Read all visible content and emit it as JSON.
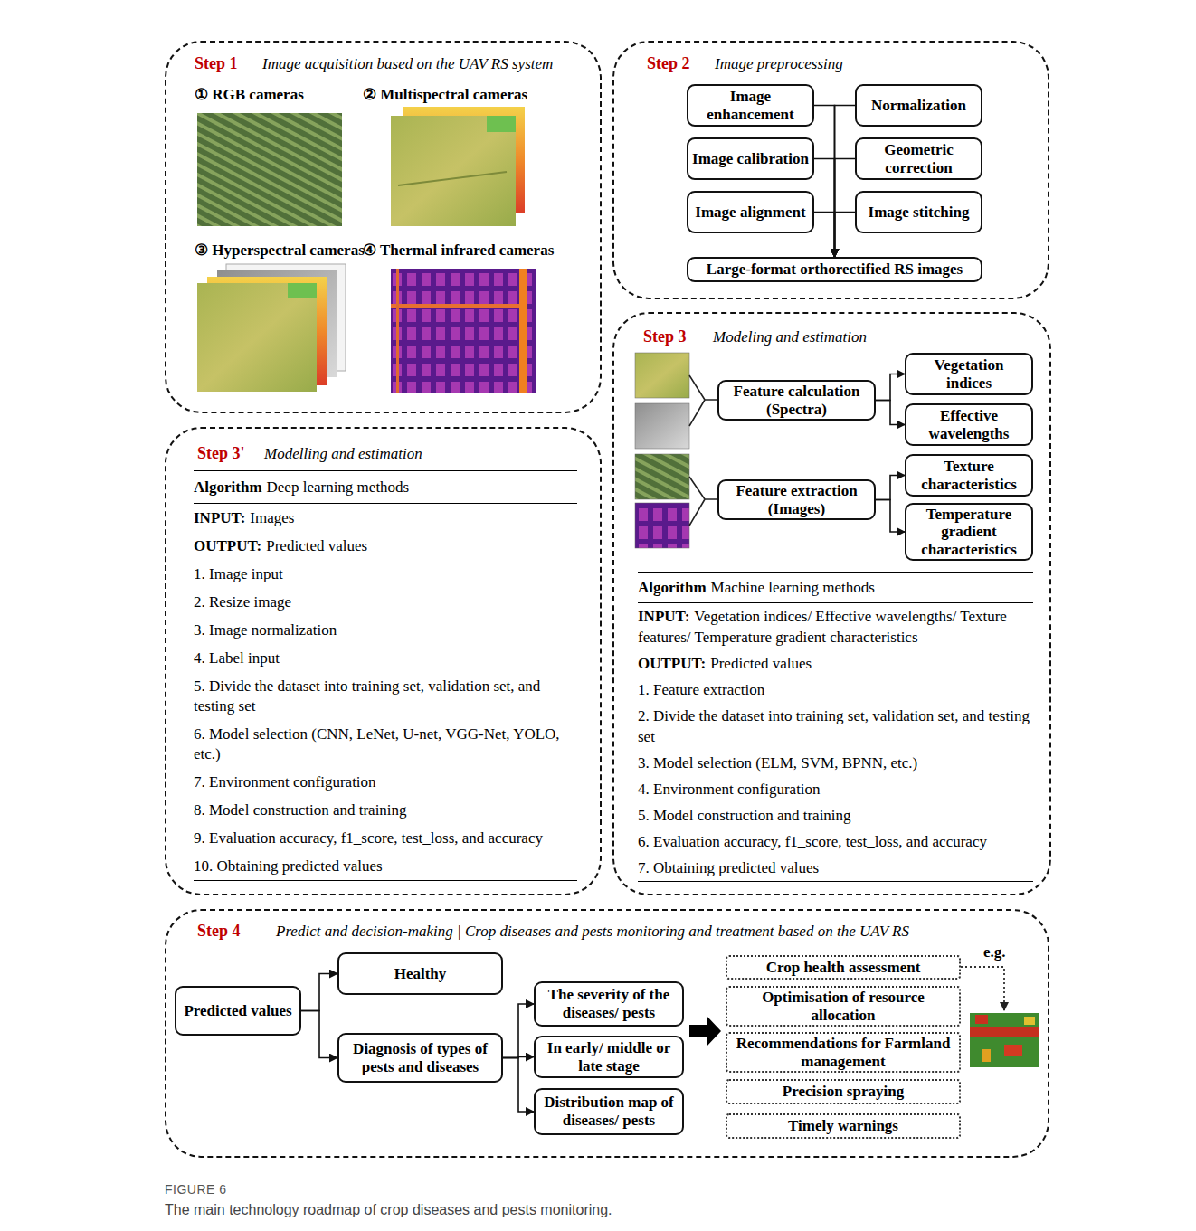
{
  "diagram": {
    "caption": "The main technology roadmap of crop diseases and pests monitoring.",
    "nodes": [
      {
        "text": [
          "Step 1",
          "Image acquisition based on the UAV RS system",
          "① RGB cameras",
          "② Multispectral cameras",
          "③ Hyperspectral cameras",
          "④ Thermal infrared cameras"
        ]
      },
      {
        "text": [
          "Step 2",
          "Image preprocessing"
        ]
      },
      {
        "text": [
          "Image enhancement"
        ],
        "in": 1
      },
      {
        "text": [
          "Normalization"
        ],
        "in": 1
      },
      {
        "text": [
          "Image calibration"
        ],
        "in": 1
      },
      {
        "text": [
          "Geometric correction"
        ],
        "in": 1
      },
      {
        "text": [
          "Image alignment"
        ],
        "in": 1
      },
      {
        "text": [
          "Image stitching"
        ],
        "in": 1
      },
      {
        "text": [
          "Large-format orthorectified RS images"
        ],
        "in": 1
      },
      {
        "text": [
          "Step 3",
          "Modeling and estimation",
          "Algorithm",
          "Machine learning methods",
          "INPUT:",
          "Vegetation indices/ Effective wavelengths/ Texture features/ Temperature gradient characteristics",
          "OUTPUT:",
          "Predicted values",
          "1. Feature extraction",
          "2. Divide the dataset into training set, validation set, and testing set",
          "3. Model selection (ELM, SVM, BPNN, etc.)",
          "4. Environment configuration",
          "5. Model construction and training",
          "6. Evaluation accuracy, f1_score, test_loss, and accuracy",
          "7. Obtaining predicted values"
        ]
      },
      {
        "text": [
          "Feature calculation (Spectra)"
        ],
        "in": 9
      },
      {
        "text": [
          "Vegetation indices"
        ],
        "in": 9
      },
      {
        "text": [
          "Effective wavelengths"
        ],
        "in": 9
      },
      {
        "text": [
          "Feature extraction (Images)"
        ],
        "in": 9
      },
      {
        "text": [
          "Texture characteristics"
        ],
        "in": 9
      },
      {
        "text": [
          "Temperature gradient characteristics"
        ],
        "in": 9
      },
      {
        "text": [
          "Step 3'",
          "Modelling and estimation",
          "Algorithm",
          "Deep learning methods",
          "INPUT:",
          "Images",
          "OUTPUT:",
          "Predicted values",
          "1. Image input",
          "2. Resize image",
          "3. Image normalization",
          "4. Label input",
          "5. Divide the dataset into training set, validation set, and testing set",
          "6. Model selection (CNN, LeNet, U-net, VGG-Net, YOLO, etc.)",
          "7. Environment configuration",
          "8. Model construction and training",
          "9. Evaluation accuracy, f1_score, test_loss, and accuracy",
          "10. Obtaining predicted values"
        ]
      },
      {
        "text": [
          "Step 4",
          "Predict and decision-making | Crop diseases and pests monitoring and treatment based on the UAV RS"
        ]
      },
      {
        "text": [
          "Predicted values"
        ],
        "in": 17
      },
      {
        "text": [
          "Healthy"
        ],
        "in": 17
      },
      {
        "text": [
          "Diagnosis of types of pests and diseases"
        ],
        "in": 17
      },
      {
        "text": [
          "The severity of the diseases/ pests"
        ],
        "in": 17
      },
      {
        "text": [
          "In early/ middle or late stage"
        ],
        "in": 17
      },
      {
        "text": [
          "Distribution map of diseases/ pests"
        ],
        "in": 17
      },
      {
        "text": [
          "Crop health assessment"
        ],
        "in": 17
      },
      {
        "text": [
          "Optimisation of resource allocation"
        ],
        "in": 17
      },
      {
        "text": [
          "Recommendations for Farmland management"
        ],
        "in": 17
      },
      {
        "text": [
          "Precision spraying"
        ],
        "in": 17
      },
      {
        "text": [
          "Timely warnings"
        ],
        "in": 17
      }
    ],
    "edges": [
      {
        "from": 2,
        "to": 8,
        "arrow": "to"
      },
      {
        "from": 3,
        "to": 8,
        "arrow": "to"
      },
      {
        "from": 4,
        "to": 8,
        "arrow": "to"
      },
      {
        "from": 5,
        "to": 8,
        "arrow": "to"
      },
      {
        "from": 6,
        "to": 8,
        "arrow": "to"
      },
      {
        "from": 7,
        "to": 8,
        "arrow": "to"
      },
      {
        "from": 10,
        "to": 11,
        "arrow": "to"
      },
      {
        "from": 10,
        "to": 12,
        "arrow": "to"
      },
      {
        "from": 13,
        "to": 14,
        "arrow": "to"
      },
      {
        "from": 13,
        "to": 15,
        "arrow": "to"
      },
      {
        "from": 18,
        "to": 19,
        "arrow": "to"
      },
      {
        "from": 18,
        "to": 20,
        "arrow": "to"
      },
      {
        "from": 20,
        "to": 21,
        "arrow": "to"
      },
      {
        "from": 20,
        "to": 22,
        "arrow": "to"
      },
      {
        "from": 20,
        "to": 23,
        "arrow": "to"
      }
    ],
    "labels": [
      "e.g.",
      "FIGURE 6"
    ]
  }
}
